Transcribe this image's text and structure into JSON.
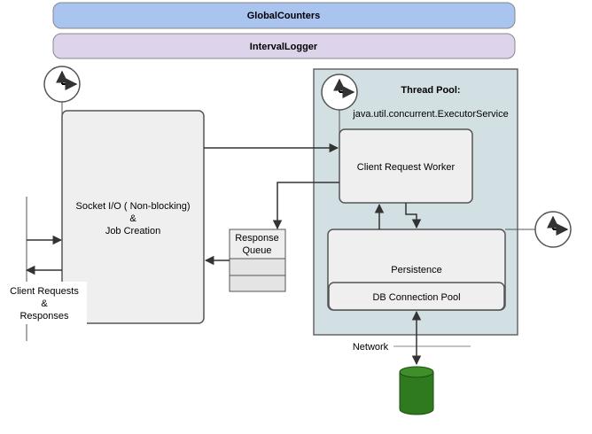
{
  "banners": {
    "top": "GlobalCounters",
    "second": "IntervalLogger"
  },
  "socket": {
    "line1": "Socket I/O ( Non-blocking)",
    "line2": "&",
    "line3": "Job Creation"
  },
  "client": {
    "line1": "Client Requests",
    "line2": "&",
    "line3": "Responses"
  },
  "response_queue": {
    "line1": "Response",
    "line2": "Queue"
  },
  "thread_pool": {
    "title": "Thread Pool:",
    "subtitle": "java.util.concurrent.ExecutorService"
  },
  "worker": {
    "label": "Client Request Worker"
  },
  "persistence": {
    "label": "Persistence"
  },
  "db_pool": {
    "label": "DB Connection Pool"
  },
  "network": {
    "label": "Network"
  },
  "colors": {
    "banner_blue": "#a9c4ee",
    "banner_purple": "#ddd4ec",
    "pool_bg": "#d3e0e3",
    "box_gray": "#efefef",
    "database_green": "#2f7a1e"
  }
}
